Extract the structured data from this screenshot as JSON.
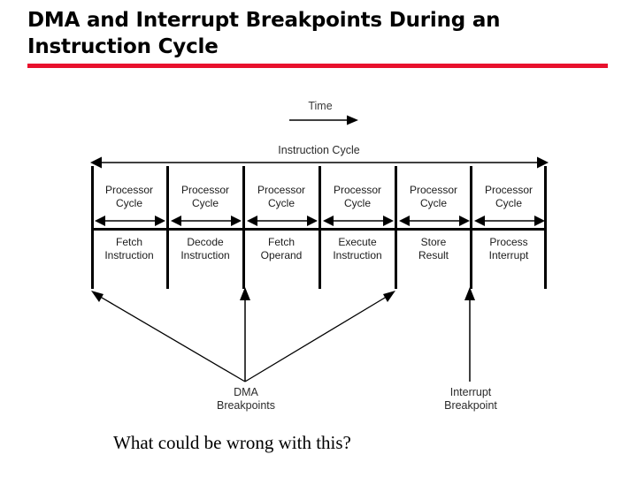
{
  "slide": {
    "title_line1": "DMA and Interrupt Breakpoints During an",
    "title_line2": "Instruction Cycle",
    "accent_color": "#e8112d",
    "background_color": "#ffffff",
    "footer_question": "What could be wrong with this?"
  },
  "diagram": {
    "time_axis_label": "Time",
    "span_label": "Instruction Cycle",
    "cycle_label_line1": "Processor",
    "cycle_label_line2": "Cycle",
    "cells": [
      {
        "cycle_line1": "Processor",
        "cycle_line2": "Cycle",
        "phase_line1": "Fetch",
        "phase_line2": "Instruction"
      },
      {
        "cycle_line1": "Processor",
        "cycle_line2": "Cycle",
        "phase_line1": "Decode",
        "phase_line2": "Instruction"
      },
      {
        "cycle_line1": "Processor",
        "cycle_line2": "Cycle",
        "phase_line1": "Fetch",
        "phase_line2": "Operand"
      },
      {
        "cycle_line1": "Processor",
        "cycle_line2": "Cycle",
        "phase_line1": "Execute",
        "phase_line2": "Instruction"
      },
      {
        "cycle_line1": "Processor",
        "cycle_line2": "Cycle",
        "phase_line1": "Store",
        "phase_line2": "Result"
      },
      {
        "cycle_line1": "Processor",
        "cycle_line2": "Cycle",
        "phase_line1": "Process",
        "phase_line2": "Interrupt"
      }
    ],
    "breakpoints": [
      {
        "id": "dma",
        "label_line1": "DMA",
        "label_line2": "Breakpoints",
        "arrow_count": 3
      },
      {
        "id": "interrupt",
        "label_line1": "Interrupt",
        "label_line2": "Breakpoint",
        "arrow_count": 1
      }
    ]
  }
}
